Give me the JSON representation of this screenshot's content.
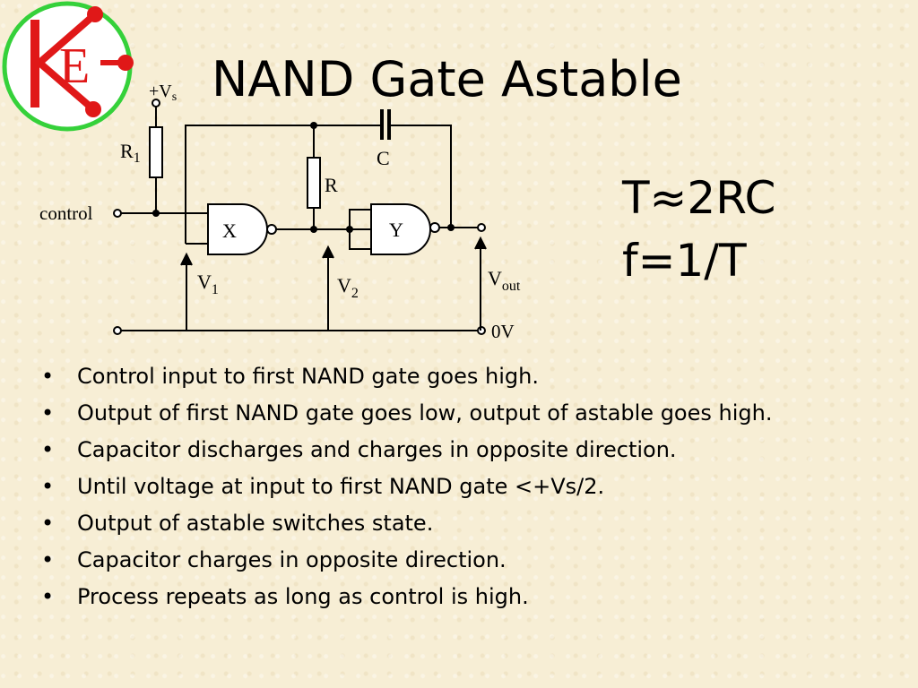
{
  "logo": {
    "text": "KE",
    "ring_color": "#35d13a",
    "letter_color": "#e01818"
  },
  "title": "NAND Gate Astable",
  "formulas": {
    "period": "T≈2RC",
    "frequency": "f=1/T"
  },
  "circuit": {
    "supply": "+V",
    "supply_sub": "s",
    "r1": "R",
    "r1_sub": "1",
    "r": "R",
    "c": "C",
    "control": "control",
    "gate_x": "X",
    "gate_y": "Y",
    "v1": "V",
    "v1_sub": "1",
    "v2": "V",
    "v2_sub": "2",
    "vout": "V",
    "vout_sub": "out",
    "ground": "0V"
  },
  "bullets": [
    "Control input to first NAND gate goes high.",
    "Output of first NAND gate goes low, output of astable goes high.",
    "Capacitor discharges and charges in opposite direction.",
    "Until voltage at input to first NAND gate <+Vs/2.",
    "Output of astable switches state.",
    "Capacitor charges in opposite direction.",
    "Process repeats as long as control is high."
  ]
}
